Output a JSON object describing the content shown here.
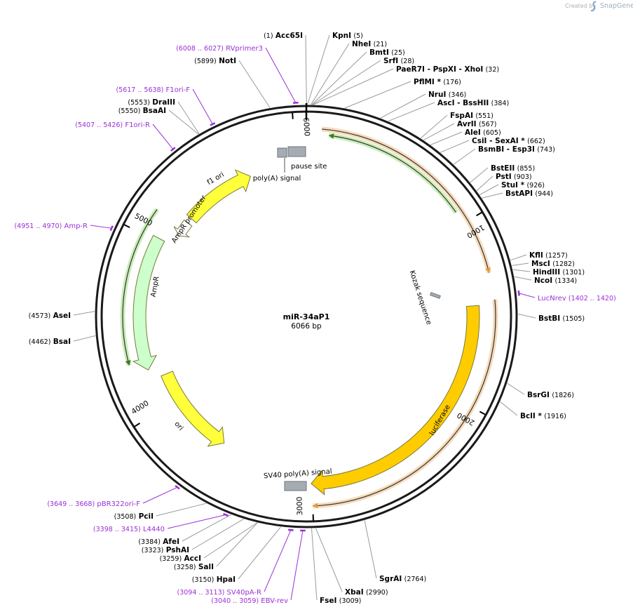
{
  "credit": {
    "prefix": "Created by",
    "brand": "SnapGene"
  },
  "plasmid": {
    "name": "miR-34aP1",
    "size_label": "6066 bp",
    "length": 6066
  },
  "ticks": [
    {
      "bp": 1000,
      "label": "1000"
    },
    {
      "bp": 2000,
      "label": "2000"
    },
    {
      "bp": 3000,
      "label": "3000"
    },
    {
      "bp": 4000,
      "label": "4000"
    },
    {
      "bp": 5000,
      "label": "5000"
    },
    {
      "bp": 6000,
      "label": "6000"
    }
  ],
  "sites": [
    {
      "name": "Acc65I",
      "pos": "(1)",
      "bp": 1
    },
    {
      "name": "KpnI",
      "pos": "(5)",
      "bp": 5
    },
    {
      "name": "NheI",
      "pos": "(21)",
      "bp": 21
    },
    {
      "name": "BmtI",
      "pos": "(25)",
      "bp": 25
    },
    {
      "name": "SrfI",
      "pos": "(28)",
      "bp": 28
    },
    {
      "name": "PaeR7I  - PspXI  - XhoI",
      "pos": "(32)",
      "bp": 32
    },
    {
      "name": "PflMI *",
      "pos": "(176)",
      "bp": 176
    },
    {
      "name": "NruI",
      "pos": "(346)",
      "bp": 346
    },
    {
      "name": "AscI  - BssHII",
      "pos": "(384)",
      "bp": 384
    },
    {
      "name": "FspAI",
      "pos": "(551)",
      "bp": 551
    },
    {
      "name": "AvrII",
      "pos": "(567)",
      "bp": 567
    },
    {
      "name": "AleI",
      "pos": "(605)",
      "bp": 605
    },
    {
      "name": "CsiI  - SexAI *",
      "pos": "(662)",
      "bp": 662
    },
    {
      "name": "BsmBI  - Esp3I",
      "pos": "(743)",
      "bp": 743
    },
    {
      "name": "BstEII",
      "pos": "(855)",
      "bp": 855
    },
    {
      "name": "PstI",
      "pos": "(903)",
      "bp": 903
    },
    {
      "name": "StuI *",
      "pos": "(926)",
      "bp": 926
    },
    {
      "name": "BstAPI",
      "pos": "(944)",
      "bp": 944
    },
    {
      "name": "KflI",
      "pos": "(1257)",
      "bp": 1257
    },
    {
      "name": "MscI",
      "pos": "(1282)",
      "bp": 1282
    },
    {
      "name": "HindIII",
      "pos": "(1301)",
      "bp": 1301
    },
    {
      "name": "NcoI",
      "pos": "(1334)",
      "bp": 1334
    },
    {
      "name": "BstBI",
      "pos": "(1505)",
      "bp": 1505
    },
    {
      "name": "BsrGI",
      "pos": "(1826)",
      "bp": 1826
    },
    {
      "name": "BclI *",
      "pos": "(1916)",
      "bp": 1916
    },
    {
      "name": "SgrAI",
      "pos": "(2764)",
      "bp": 2764
    },
    {
      "name": "XbaI",
      "pos": "(2990)",
      "bp": 2990
    },
    {
      "name": "FseI",
      "pos": "(3009)",
      "bp": 3009
    },
    {
      "name": "HpaI",
      "pos": "(3150)",
      "bp": 3150
    },
    {
      "name": "SalI",
      "pos": "(3258)",
      "bp": 3258
    },
    {
      "name": "AccI",
      "pos": "(3259)",
      "bp": 3259
    },
    {
      "name": "PshAI",
      "pos": "(3323)",
      "bp": 3323
    },
    {
      "name": "AfeI",
      "pos": "(3384)",
      "bp": 3384
    },
    {
      "name": "PciI",
      "pos": "(3508)",
      "bp": 3508
    },
    {
      "name": "BsaI",
      "pos": "(4462)",
      "bp": 4462
    },
    {
      "name": "AseI",
      "pos": "(4573)",
      "bp": 4573
    },
    {
      "name": "BsaAI",
      "pos": "(5550)",
      "bp": 5550
    },
    {
      "name": "DraIII",
      "pos": "(5553)",
      "bp": 5553
    },
    {
      "name": "NotI",
      "pos": "(5899)",
      "bp": 5899
    }
  ],
  "primers": [
    {
      "name": "RVprimer3",
      "pos": "(6008 .. 6027)",
      "bp": 6018
    },
    {
      "name": "F1ori-F",
      "pos": "(5617 .. 5638)",
      "bp": 5628
    },
    {
      "name": "F1ori-R",
      "pos": "(5407 .. 5426)",
      "bp": 5416
    },
    {
      "name": "Amp-R",
      "pos": "(4951 .. 4970)",
      "bp": 4960
    },
    {
      "name": "LucNrev",
      "pos": "(1402 .. 1420)",
      "bp": 1411
    },
    {
      "name": "pBR322ori-F",
      "pos": "(3649 .. 3668)",
      "bp": 3658
    },
    {
      "name": "L4440",
      "pos": "(3398 .. 3415)",
      "bp": 3406
    },
    {
      "name": "SV40pA-R",
      "pos": "(3094 .. 3113)",
      "bp": 3103
    },
    {
      "name": "EBV-rev",
      "pos": "(3040 .. 3059)",
      "bp": 3049
    }
  ],
  "features": [
    {
      "name": "f1 ori",
      "label": "f1 ori",
      "color": "#ffff3b",
      "start": 5230,
      "end": 5700,
      "direction": "cw"
    },
    {
      "name": "AmpR promoter",
      "label": "AmpR promoter",
      "color": "#ffffff",
      "start": 5095,
      "end": 5195,
      "direction": "ccw"
    },
    {
      "name": "AmpR",
      "label": "AmpR",
      "color": "#ccffcc",
      "start": 4235,
      "end": 5020,
      "direction": "ccw"
    },
    {
      "name": "ori",
      "label": "ori",
      "color": "#ffff3b",
      "start": 3590,
      "end": 4175,
      "direction": "ccw"
    },
    {
      "name": "luciferase",
      "label": "luciferase",
      "color": "#ffcc00",
      "start": 1455,
      "end": 3005,
      "direction": "cw"
    },
    {
      "name": "SV40 poly(A) signal",
      "label": "SV40 poly(A) signal",
      "color": "#a6acb3",
      "start": 3015,
      "end": 3115,
      "direction": "none"
    },
    {
      "name": "poly(A) signal",
      "label": "poly(A) signal",
      "color": "#a6acb3",
      "start": 5935,
      "end": 5980,
      "direction": "none"
    },
    {
      "name": "pause site",
      "label": "pause site",
      "color": "#a6acb3",
      "start": 5990,
      "end": 6055,
      "direction": "none"
    },
    {
      "name": "Kozak sequence",
      "label": "Kozak sequence",
      "color": "#a6acb3",
      "start": 1440,
      "end": 1452,
      "direction": "none"
    }
  ],
  "orfs": [
    {
      "color": "#66cc33",
      "start": 120,
      "end": 930,
      "direction": "ccw"
    },
    {
      "color": "#e6983c",
      "start": 80,
      "end": 1290,
      "direction": "cw"
    },
    {
      "color": "#e6983c",
      "start": 1430,
      "end": 3000,
      "direction": "cw"
    },
    {
      "color": "#66cc33",
      "start": 4290,
      "end": 5150,
      "direction": "ccw"
    }
  ]
}
